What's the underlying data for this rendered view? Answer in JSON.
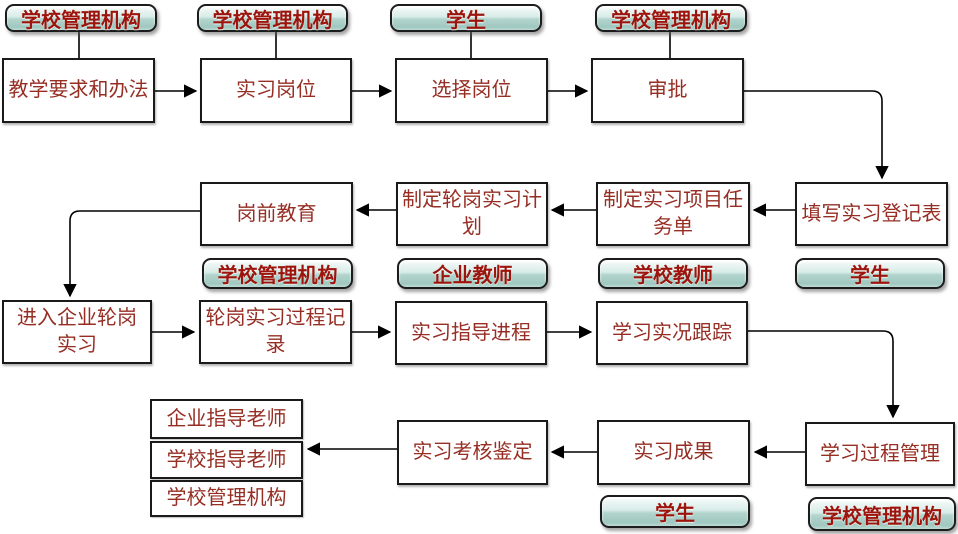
{
  "flowchart": {
    "badges": [
      {
        "label": "学校管理机构"
      },
      {
        "label": "学校管理机构"
      },
      {
        "label": "学生"
      },
      {
        "label": "学校管理机构"
      },
      {
        "label": "学校管理机构"
      },
      {
        "label": "企业教师"
      },
      {
        "label": "学校教师"
      },
      {
        "label": "学生"
      },
      {
        "label": "学生"
      },
      {
        "label": "学校管理机构"
      }
    ],
    "nodes": [
      {
        "label": "教学要求和办法"
      },
      {
        "label": "实习岗位"
      },
      {
        "label": "选择岗位"
      },
      {
        "label": "审批"
      },
      {
        "label": "岗前教育"
      },
      {
        "label": "制定轮岗实习计划"
      },
      {
        "label": "制定实习项目任务单"
      },
      {
        "label": "填写实习登记表"
      },
      {
        "label": "进入企业轮岗实习"
      },
      {
        "label": "轮岗实习过程记录"
      },
      {
        "label": "实习指导进程"
      },
      {
        "label": "学习实况跟踪"
      },
      {
        "label": "企业指导老师"
      },
      {
        "label": "学校指导老师"
      },
      {
        "label": "学校管理机构"
      },
      {
        "label": "实习考核鉴定"
      },
      {
        "label": "实习成果"
      },
      {
        "label": "学习过程管理"
      }
    ],
    "colors": {
      "node_text": "#962e24",
      "badge_text": "#9d140c",
      "badge_fill_top": "#eef7f5",
      "badge_fill_bottom": "#9fc8c0",
      "border": "#1a1a1a",
      "connector": "#000000",
      "node_background": "#ffffff"
    }
  }
}
